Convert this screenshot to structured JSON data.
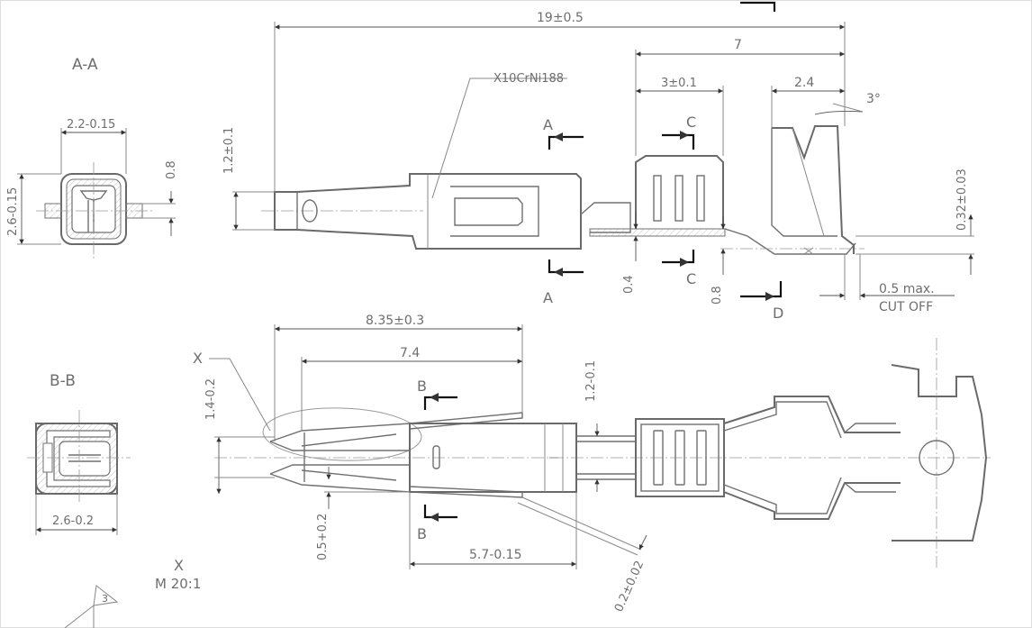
{
  "drawing": {
    "material": "X10CrNi188",
    "views": {
      "section_a": "A-A",
      "section_b": "B-B",
      "detail": "X",
      "scale": "M 20:1"
    },
    "section_markers": {
      "a": "A",
      "b": "B",
      "c": "C",
      "d": "D"
    },
    "dimensions": {
      "overall_length": "19±0.5",
      "length_7": "7",
      "length_3": "3±0.1",
      "length_2_4": "2.4",
      "angle": "3°",
      "height_1_2_top": "1.2±0.1",
      "thickness": "0.32±0.03",
      "height_0_4": "0.4",
      "height_0_8": "0.8",
      "cutoff": "0.5 max.",
      "cutoff_note": "CUT OFF",
      "aa_width": "2.2-0.15",
      "aa_height": "2.6-0.15",
      "aa_0_8": "0.8",
      "len_8_35": "8.35±0.3",
      "len_7_4": "7.4",
      "h_1_4": "1.4-0.2",
      "h_1_2_bottom": "1.2-0.1",
      "bb_width": "2.6-0.2",
      "h_0_5": "0.5+0.2",
      "len_5_7": "5.7-0.15",
      "diag_0_2": "0.2±0.02",
      "rev": "3"
    }
  }
}
